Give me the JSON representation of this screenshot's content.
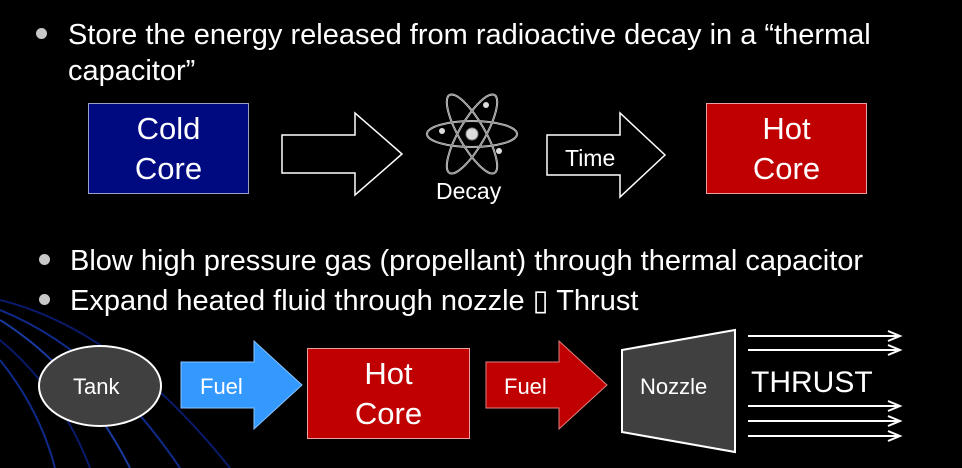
{
  "bullets": {
    "b1_line1": "Store the energy released from radioactive decay in a “thermal",
    "b1_line2": "capacitor”",
    "b2": "Blow high pressure gas (propellant) through thermal capacitor",
    "b3": "Expand heated fluid through nozzle ▯ Thrust"
  },
  "diagram": {
    "cold_core": {
      "line1": "Cold",
      "line2": "Core"
    },
    "decay_label": "Decay",
    "time_label": "Time",
    "hot_core_top": {
      "line1": "Hot",
      "line2": "Core"
    },
    "tank_label": "Tank",
    "fuel_label_1": "Fuel",
    "hot_core_bottom": {
      "line1": "Hot",
      "line2": "Core"
    },
    "fuel_label_2": "Fuel",
    "nozzle_label": "Nozzle",
    "thrust_label": "THRUST"
  },
  "colors": {
    "cold_core": "#000a80",
    "hot_core": "#c00000",
    "fuel_arrow_blue": "#3399ff",
    "fuel_arrow_red": "#c00000",
    "nozzle": "#404040",
    "tank": "#404040"
  },
  "icons": {
    "atom": "atom-icon"
  }
}
